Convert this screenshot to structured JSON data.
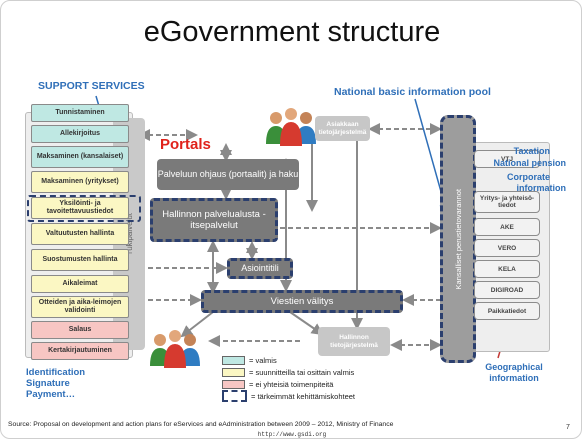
{
  "title": "eGovernment structure",
  "support_services": {
    "heading": "SUPPORT SERVICES",
    "vertical_label": "Tukipalvelut",
    "items": [
      {
        "label": "Tunnistaminen",
        "status": "valmis"
      },
      {
        "label": "Allekirjoitus",
        "status": "valmis"
      },
      {
        "label": "Maksaminen (kansalaiset)",
        "status": "valmis"
      },
      {
        "label": "Maksaminen (yritykset)",
        "status": "osittain"
      },
      {
        "label": "Yksilöinti- ja tavoitettavuustiedot",
        "status": "osittain"
      },
      {
        "label": "Valtuutusten hallinta",
        "status": "osittain"
      },
      {
        "label": "Suostumusten hallinta",
        "status": "osittain"
      },
      {
        "label": "Aikaleimat",
        "status": "osittain"
      },
      {
        "label": "Otteiden ja aika-leimojen validointi",
        "status": "osittain"
      },
      {
        "label": "Salaus",
        "status": "ei"
      },
      {
        "label": "Kertakirjautuminen",
        "status": "ei"
      }
    ],
    "footer": [
      "Identification",
      "Signature",
      "Payment…"
    ]
  },
  "portals": {
    "heading": "Portals",
    "portal_box": "Palveluun ohjaus (portaalit) ja haku",
    "service_platform": "Hallinnon palvelualusta - itsepalvelut",
    "account": "Asiointitili",
    "messaging": "Viestien välitys"
  },
  "systems": {
    "customer": "Asiakkaan tietojärjestelmä",
    "admin": "Hallinnon tietojärjestelmä"
  },
  "registries": {
    "heading": "National basic information pool",
    "vertical_label": "Kansalliset perustietovarannot",
    "items": [
      "VTJ",
      "Yritys- ja yhteisö-tiedot",
      "AKE",
      "VERO",
      "KELA",
      "DIGIROAD",
      "Paikkatiedot"
    ],
    "overlay": {
      "taxation": "Taxation",
      "pension": "National pension",
      "corporate": "Corporate",
      "information": "information",
      "geo1": "Geographical",
      "geo2": "information"
    }
  },
  "legend": {
    "items": [
      {
        "text": "= valmis",
        "color": "#bfe8e3"
      },
      {
        "text": "= suunnitteilla tai osittain valmis",
        "color": "#fbf7c3"
      },
      {
        "text": "= ei yhteisiä toimenpiteitä",
        "color": "#f7c6c3"
      },
      {
        "text": "= tärkeimmät kehittämiskohteet",
        "color": ""
      }
    ]
  },
  "source": "Source: Proposal on development and action plans for eServices and eAdministration between 2009 – 2012, Ministry of Finance",
  "url": "http://www.gsdi.org",
  "page_number": "7",
  "colors": {
    "accent_blue": "#2f6fb8",
    "portal_red": "#e0221b",
    "dark_dash": "#2b3f6e"
  }
}
